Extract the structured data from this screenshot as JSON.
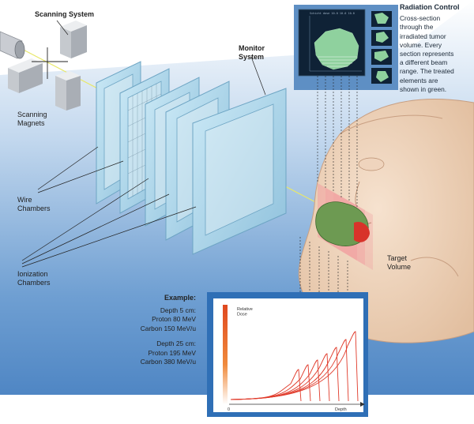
{
  "labels": {
    "scanning_system": "Scanning System",
    "monitor_system": [
      "Monitor",
      "System"
    ],
    "scanning_magnets": [
      "Scanning",
      "Magnets"
    ],
    "wire_chambers": [
      "Wire",
      "Chambers"
    ],
    "ionization_chambers": [
      "Ionization",
      "Chambers"
    ],
    "target_volume": [
      "Target",
      "Volume"
    ]
  },
  "radiation_control": {
    "title": "Radiation Control",
    "description": [
      "Cross-section",
      "through the",
      "irradiated tumor",
      "volume. Every",
      "section represents",
      "a different beam",
      "range. The treated",
      "elements are",
      "shown in green."
    ]
  },
  "example": {
    "title": "Example:",
    "case1": [
      "Depth 5 cm:",
      "Proton 80 MeV",
      "Carbon 150 MeV/u"
    ],
    "case2": [
      "Depth 25 cm:",
      "Proton 195 MeV",
      "Carbon 380 MeV/u"
    ]
  },
  "chart_data": {
    "type": "line",
    "ylabel": "Relative Dose",
    "xlabel": "Depth",
    "x_origin_label": "0",
    "series_count": 7,
    "description": "Bragg peak dose-depth curves"
  },
  "colors": {
    "background_blue": "#7aa3d0",
    "frame_blue": "#9fd0e8",
    "screen_dark": "#0f2236",
    "tumor_green": "#8fd19e",
    "dose_red": "#e03a2a"
  }
}
